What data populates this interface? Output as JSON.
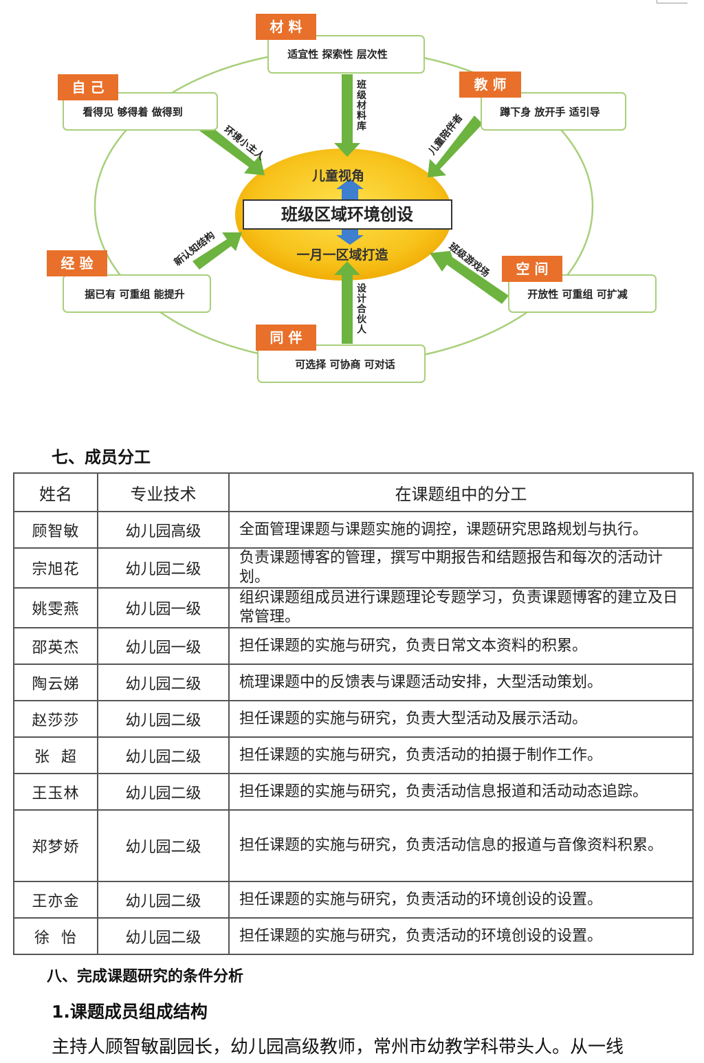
{
  "diagram": {
    "center": {
      "title": "班级区域环境创设",
      "top": "儿童视角",
      "bottom": "一月一区域打造"
    },
    "nodes": [
      {
        "id": "material",
        "label": "材 料",
        "items": "适宜性  探索性  层次性",
        "arrow": "班级材料库"
      },
      {
        "id": "teacher",
        "label": "教 师",
        "items": "蹲下身  放开手  适引导",
        "arrow": "儿童陪伴者"
      },
      {
        "id": "space",
        "label": "空 间",
        "items": "开放性  可重组  可扩减",
        "arrow": "班级游戏场"
      },
      {
        "id": "peer",
        "label": "同 伴",
        "items": "可选择  可协商  可对话",
        "arrow": "设计合伙人"
      },
      {
        "id": "experience",
        "label": "经 验",
        "items": "据已有  可重组  能提升",
        "arrow": "新认知结构"
      },
      {
        "id": "self",
        "label": "自 己",
        "items": "看得见  够得着  做得到",
        "arrow": "环境小主人"
      }
    ],
    "colors": {
      "label_bg": "#e8702a",
      "arrow": "#6db33f",
      "ring": "#a8cf7a",
      "center": "#f5b400",
      "up_arrow": "#3e7fd0"
    }
  },
  "section7": {
    "title": "七、成员分工"
  },
  "table": {
    "headers": [
      "姓名",
      "专业技术",
      "在课题组中的分工"
    ],
    "rows": [
      {
        "name": "顾智敏",
        "tech": "幼儿园高级",
        "duty": "全面管理课题与课题实施的调控，课题研究思路规划与执行。"
      },
      {
        "name": "宗旭花",
        "tech": "幼儿园二级",
        "duty": "负责课题博客的管理，撰写中期报告和结题报告和每次的活动计划。"
      },
      {
        "name": "姚雯燕",
        "tech": "幼儿园一级",
        "duty": "组织课题组成员进行课题理论专题学习，负责课题博客的建立及日常管理。"
      },
      {
        "name": "邵英杰",
        "tech": "幼儿园一级",
        "duty": "担任课题的实施与研究，负责日常文本资料的积累。"
      },
      {
        "name": "陶云娣",
        "tech": "幼儿园二级",
        "duty": "梳理课题中的反馈表与课题活动安排，大型活动策划。"
      },
      {
        "name": "赵莎莎",
        "tech": "幼儿园二级",
        "duty": "担任课题的实施与研究，负责大型活动及展示活动。"
      },
      {
        "name": "张  超",
        "tech": "幼儿园二级",
        "duty": "担任课题的实施与研究，负责活动的拍摄于制作工作。"
      },
      {
        "name": "王玉林",
        "tech": "幼儿园二级",
        "duty": "担任课题的实施与研究，负责活动信息报道和活动动态追踪。"
      },
      {
        "name": "郑梦娇",
        "tech": "幼儿园二级",
        "duty": "担任课题的实施与研究，负责活动信息的报道与音像资料积累。"
      },
      {
        "name": "王亦金",
        "tech": "幼儿园二级",
        "duty": "担任课题的实施与研究，负责活动的环境创设的设置。"
      },
      {
        "name": "徐  怡",
        "tech": "幼儿园二级",
        "duty": "担任课题的实施与研究，负责活动的环境创设的设置。"
      }
    ]
  },
  "section8": {
    "title": "八、完成课题研究的条件分析",
    "sub1": "1.课题成员组成结构",
    "para": "主持人顾智敏副园长，幼儿园高级教师，常州市幼教学科带头人。从一线"
  }
}
